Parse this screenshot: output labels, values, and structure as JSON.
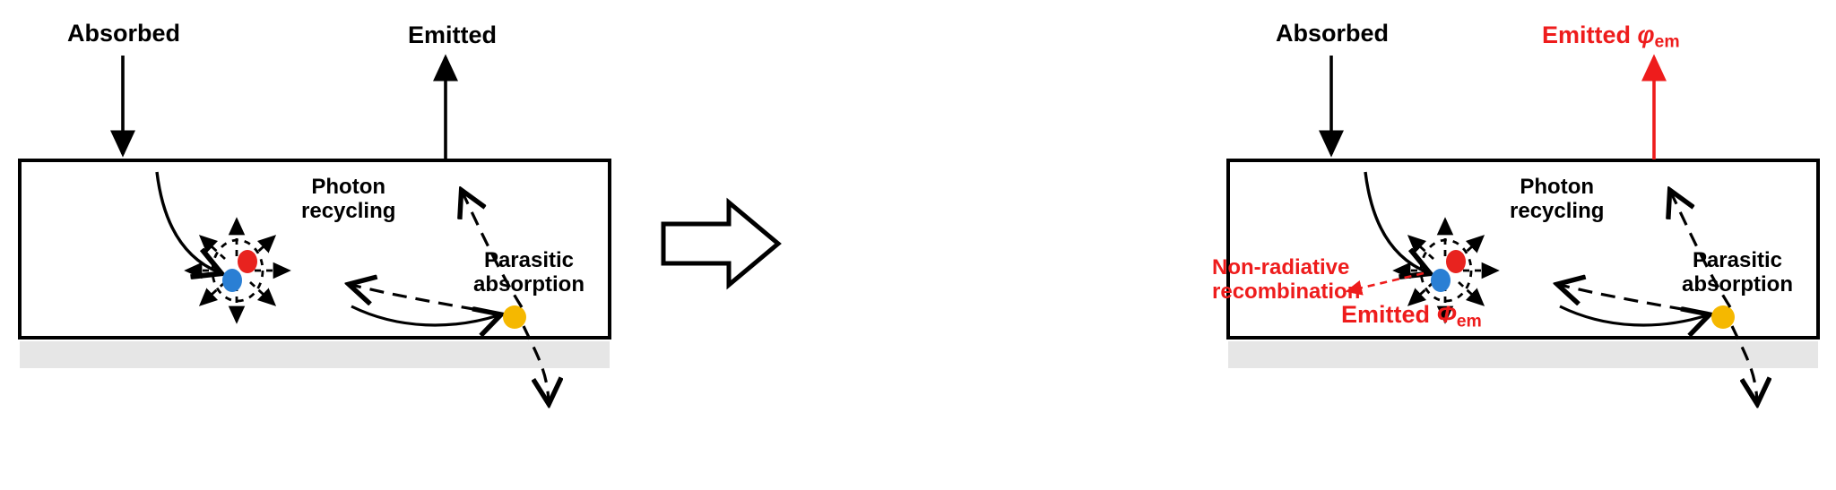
{
  "figure": {
    "type": "schematic-diagram",
    "subject": "Photon recycling and emission in a luminescent absorber layer",
    "panel_count": 2,
    "transition_icon": "block-arrow-right"
  },
  "colors": {
    "outline": "#000000",
    "substrate": "#e6e6e6",
    "electron": "#2a7fd4",
    "hole": "#e8231f",
    "photon": "#f5b800",
    "accent_red": "#ee1c1c"
  },
  "panel_left": {
    "name": "baseline-panel",
    "labels": {
      "absorbed": "Absorbed",
      "emitted": "Emitted",
      "photon_recycling_line1": "Photon",
      "photon_recycling_line2": "recycling",
      "parasitic_line1": "Parasitic",
      "parasitic_line2": "absorption"
    },
    "particles": {
      "electron": "blue-dot",
      "hole": "red-dot",
      "photon": "yellow-dot"
    }
  },
  "panel_right": {
    "name": "annotated-panel",
    "labels": {
      "absorbed": "Absorbed",
      "emitted_external_prefix": "Emitted ",
      "emitted_external_symbol": "φ",
      "emitted_external_sub": "em",
      "photon_recycling_line1": "Photon",
      "photon_recycling_line2": "recycling",
      "parasitic_line1": "Parasitic",
      "parasitic_line2": "absorption",
      "non_radiative_line1": "Non-radiative",
      "non_radiative_line2": "recombination",
      "emitted_internal_prefix": "Emitted ",
      "emitted_internal_symbol": "Φ",
      "emitted_internal_sub": "em"
    },
    "particles": {
      "electron": "blue-dot",
      "hole": "red-dot",
      "photon": "yellow-dot"
    }
  }
}
